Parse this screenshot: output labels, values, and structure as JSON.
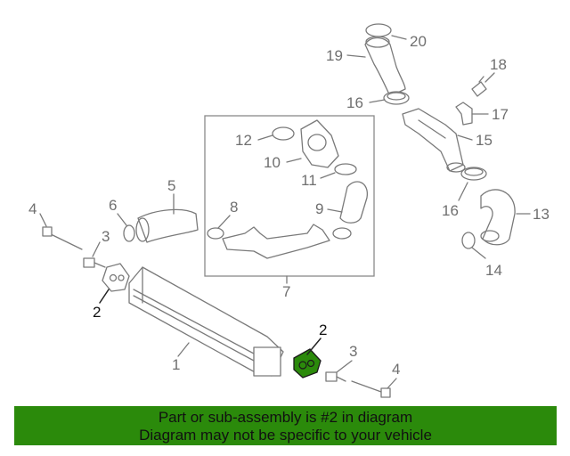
{
  "labels": {
    "l1": "1",
    "l2a": "2",
    "l2b": "2",
    "l3a": "3",
    "l3b": "3",
    "l4a": "4",
    "l4b": "4",
    "l5": "5",
    "l6": "6",
    "l7": "7",
    "l8": "8",
    "l9": "9",
    "l10": "10",
    "l11": "11",
    "l12": "12",
    "l13": "13",
    "l14": "14",
    "l15": "15",
    "l16a": "16",
    "l16b": "16",
    "l17": "17",
    "l18": "18",
    "l19": "19",
    "l20": "20"
  },
  "footer": {
    "line1": "Part or sub-assembly is #2 in diagram",
    "line2": "Diagram may not be specific to your vehicle"
  },
  "colors": {
    "highlight": "#2b8a0b",
    "banner": "#2b8a0b"
  }
}
